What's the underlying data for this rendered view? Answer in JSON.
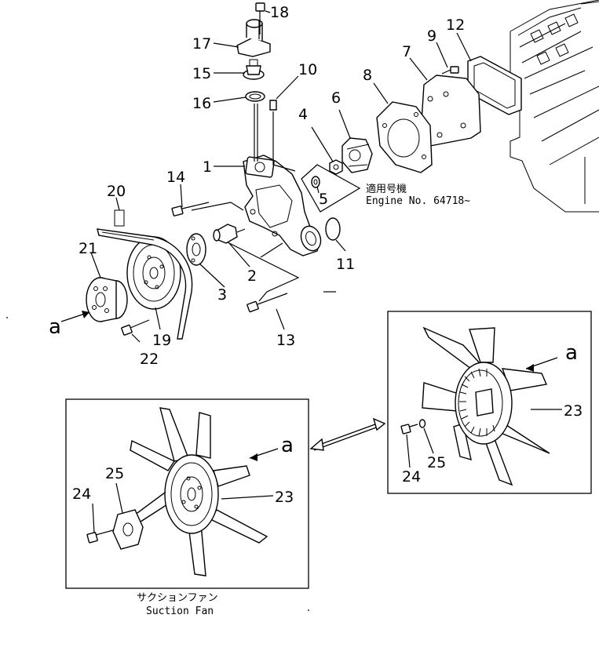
{
  "labels": {
    "p1": "1",
    "p2": "2",
    "p3": "3",
    "p4": "4",
    "p5": "5",
    "p6": "6",
    "p7": "7",
    "p8": "8",
    "p9": "9",
    "p10": "10",
    "p11": "11",
    "p12": "12",
    "p13": "13",
    "p14": "14",
    "p15": "15",
    "p16": "16",
    "p17": "17",
    "p18": "18",
    "p19": "19",
    "p20": "20",
    "p21": "21",
    "p22": "22",
    "view_a_main": "a",
    "right_box": {
      "a": "a",
      "p23": "23",
      "p24": "24",
      "p25": "25"
    },
    "left_box": {
      "a": "a",
      "p23": "23",
      "p24": "24",
      "p25": "25"
    }
  },
  "notes": {
    "applicability_jp": "適用号機",
    "applicability_en": "Engine No. 64718~",
    "suction_fan_jp": "サクションファン",
    "suction_fan_en": "Suction Fan"
  }
}
